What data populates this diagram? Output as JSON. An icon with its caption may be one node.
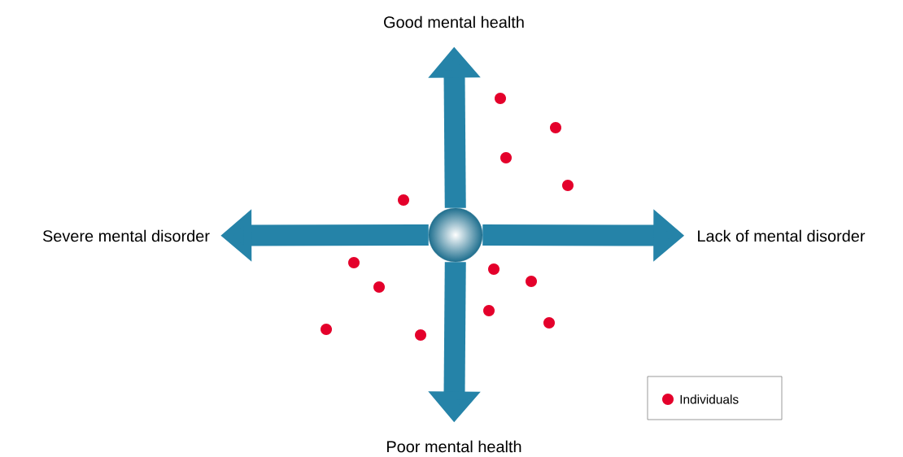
{
  "diagram": {
    "nodes": [
      {
        "text": [],
        "shape": "circle"
      },
      {
        "text": [
          "Good mental health"
        ]
      },
      {
        "text": [
          "Lack of mental disorder"
        ]
      },
      {
        "text": [
          "Poor mental health"
        ]
      },
      {
        "text": [
          "Severe mental disorder"
        ]
      }
    ],
    "edges": [
      {
        "from": 0,
        "to": 1,
        "arrow": "to"
      },
      {
        "from": 0,
        "to": 2,
        "arrow": "to"
      },
      {
        "from": 0,
        "to": 3,
        "arrow": "to"
      },
      {
        "from": 0,
        "to": 4,
        "arrow": "to"
      }
    ],
    "legend": [
      {
        "text": "Individuals",
        "color": "#e4002b"
      }
    ]
  }
}
